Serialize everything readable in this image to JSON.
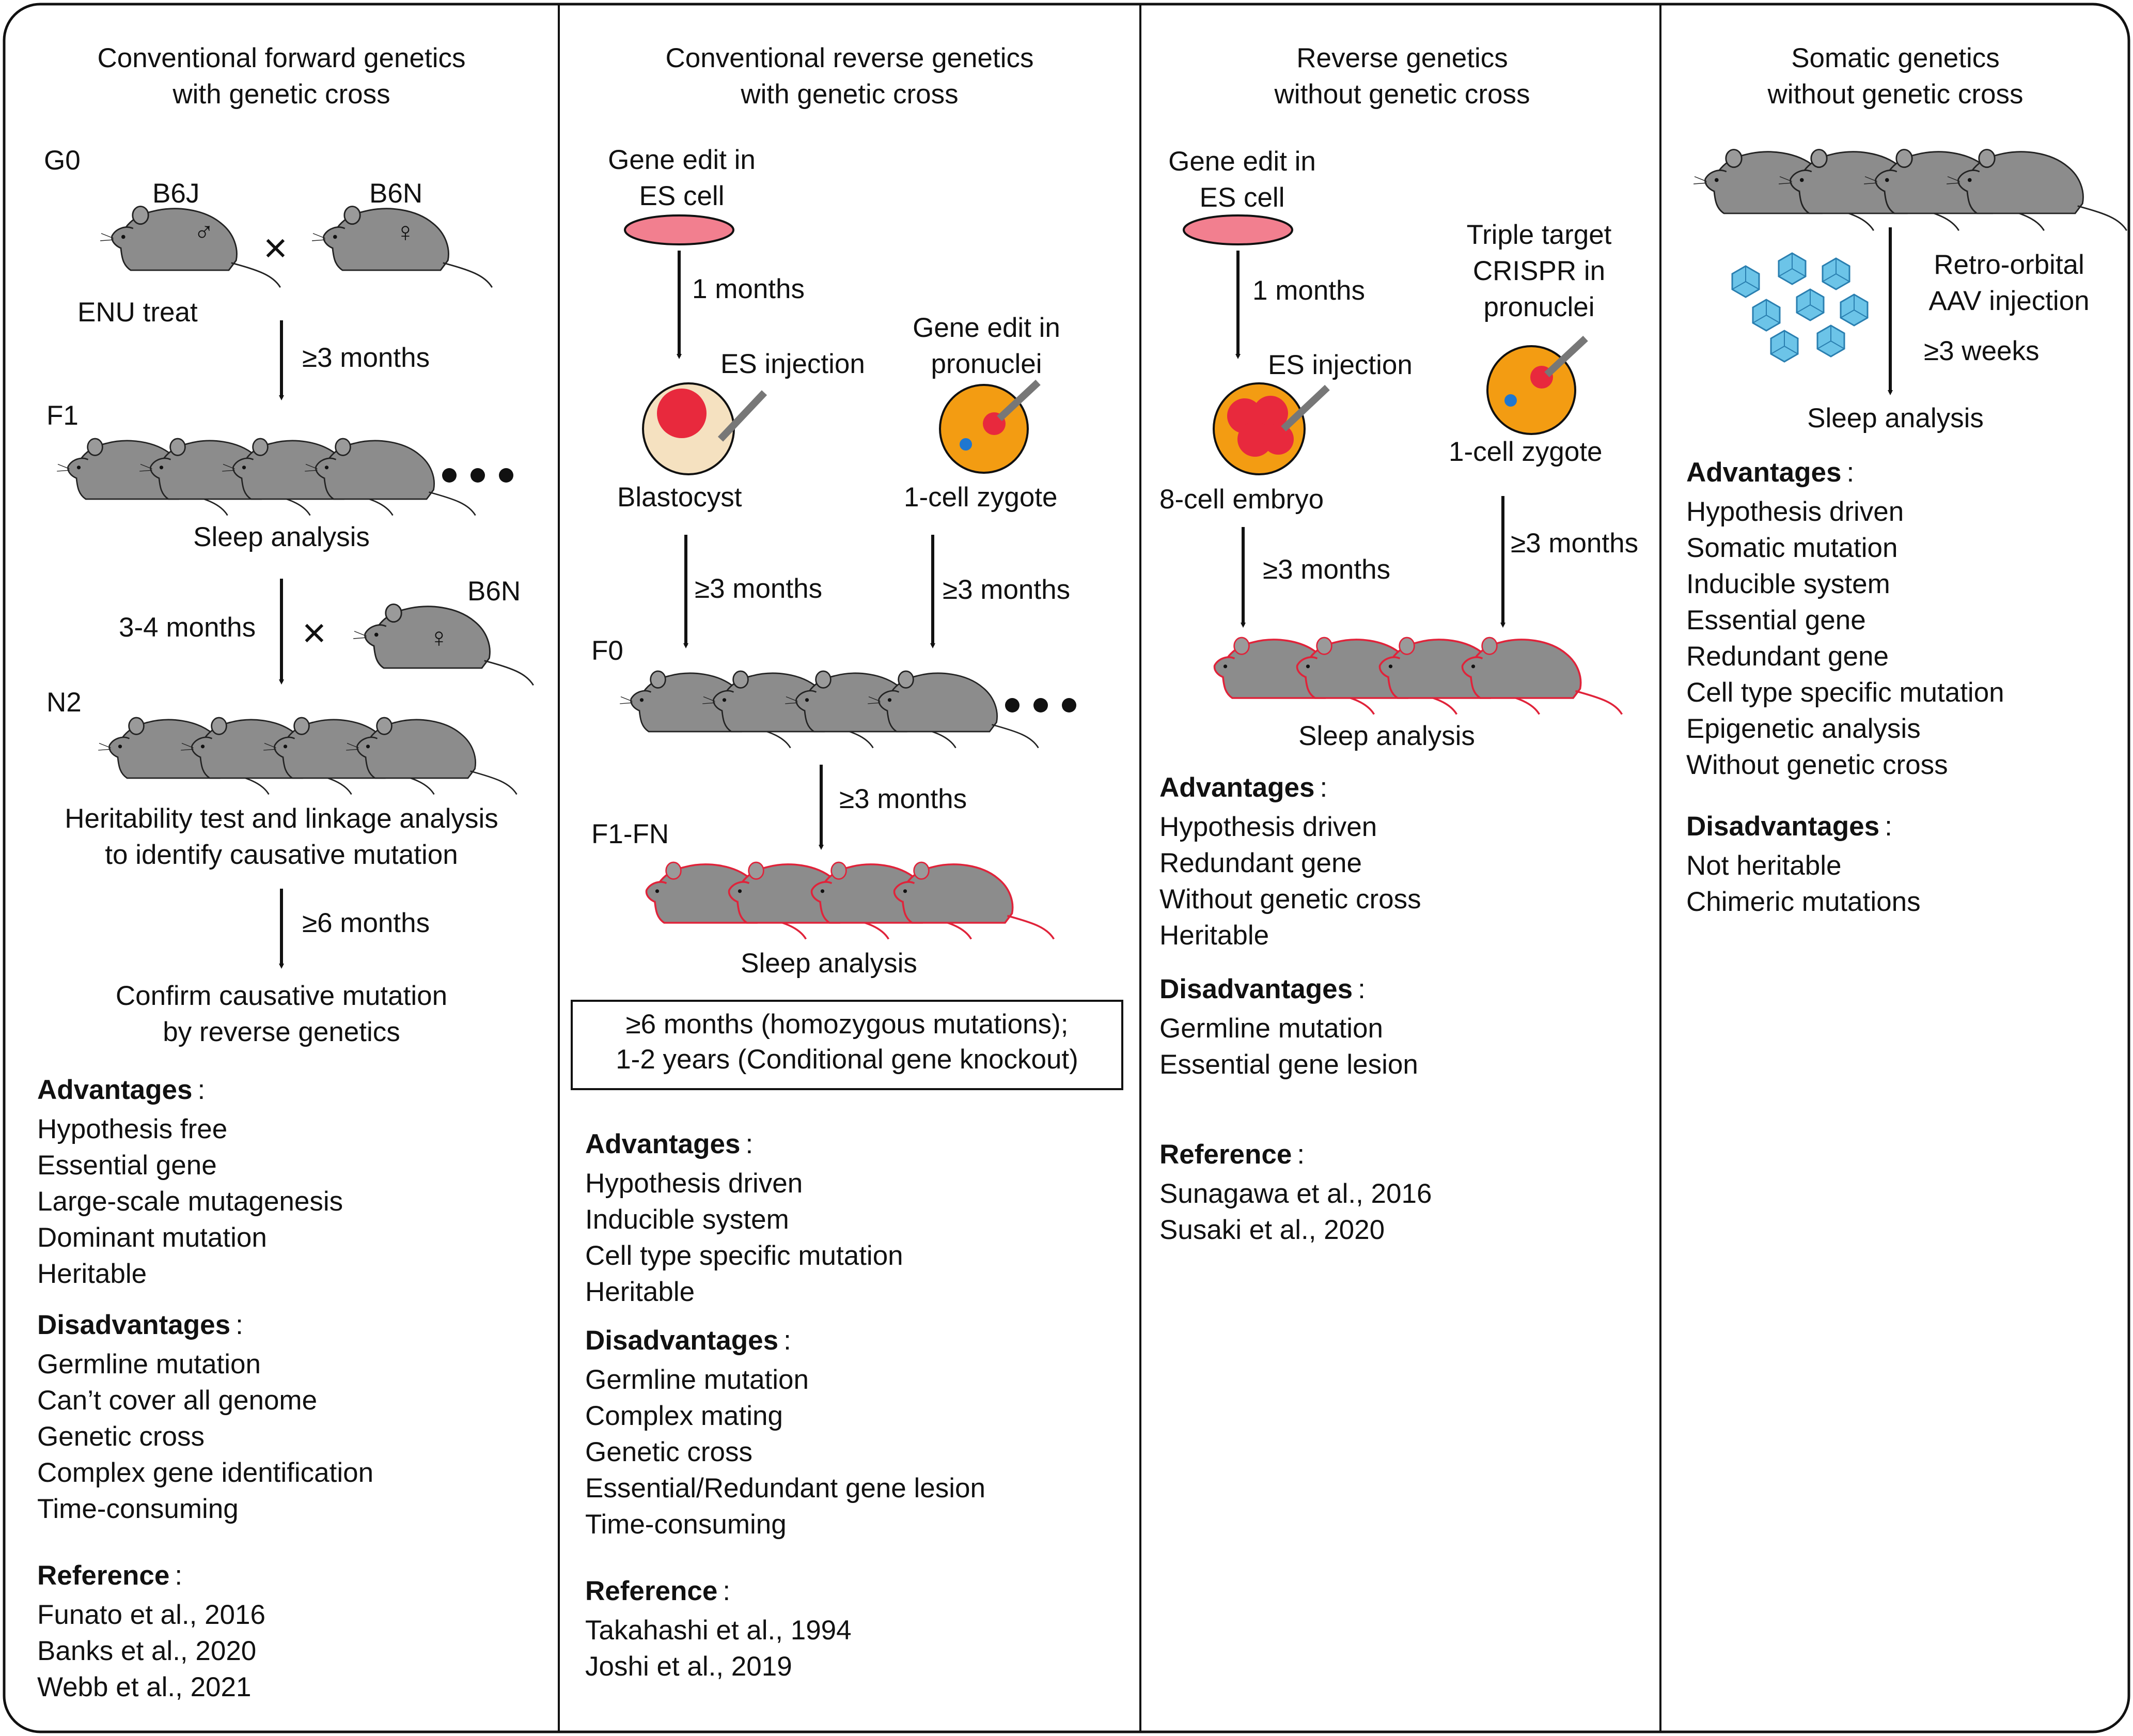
{
  "columns": [
    {
      "title": [
        "Conventional forward genetics",
        "with genetic cross"
      ],
      "labels": {
        "g0": "G0",
        "b6j": "B6J",
        "b6n": "B6N",
        "male": "♂",
        "female": "♀",
        "cross": "×",
        "enu": "ENU treat",
        "t1": "≥3 months",
        "f1": "F1",
        "sleep1": "Sleep analysis",
        "t2": "3-4 months",
        "b6n2": "B6N",
        "n2": "N2",
        "herit": [
          "Heritability test and linkage analysis",
          "to identify causative mutation"
        ],
        "t3": "≥6 months",
        "confirm": [
          "Confirm causative mutation",
          "by reverse genetics"
        ]
      },
      "advantages": [
        "Hypothesis free",
        "Essential gene",
        "Large-scale mutagenesis",
        "Dominant mutation",
        "Heritable"
      ],
      "disadvantages": [
        "Germline mutation",
        "Can’t cover all genome",
        "Genetic cross",
        "Complex gene identification",
        "Time-consuming"
      ],
      "references": [
        "Funato et al., 2016",
        "Banks et al., 2020",
        "Webb et al., 2021"
      ]
    },
    {
      "title": [
        "Conventional reverse genetics",
        "with genetic cross"
      ],
      "labels": {
        "gene_edit_es": [
          "Gene edit in",
          "ES cell"
        ],
        "t1": "1 months",
        "es_inj": "ES injection",
        "gene_edit_pn": [
          "Gene edit in",
          "pronuclei"
        ],
        "blast": "Blastocyst",
        "zygote": "1-cell zygote",
        "t2": "≥3 months",
        "t3": "≥3 months",
        "f0": "F0",
        "t4": "≥3 months",
        "f1fn": "F1-FN",
        "sleep": "Sleep analysis",
        "box": [
          "≥6 months (homozygous mutations);",
          "1-2 years (Conditional gene knockout)"
        ]
      },
      "advantages": [
        "Hypothesis driven",
        "Inducible system",
        "Cell type specific mutation",
        "Heritable"
      ],
      "disadvantages": [
        "Germline mutation",
        "Complex mating",
        "Genetic cross",
        "Essential/Redundant gene lesion",
        "Time-consuming"
      ],
      "references": [
        "Takahashi et al., 1994",
        "Joshi et al., 2019"
      ]
    },
    {
      "title": [
        "Reverse genetics",
        "without genetic cross"
      ],
      "labels": {
        "gene_edit_es": [
          "Gene edit in",
          "ES cell"
        ],
        "t1": "1 months",
        "es_inj": "ES injection",
        "triple": [
          "Triple target",
          "CRISPR in",
          "pronuclei"
        ],
        "zygote": "1-cell zygote",
        "embryo": "8-cell embryo",
        "t2": "≥3 months",
        "t3": "≥3 months",
        "sleep": "Sleep analysis"
      },
      "advantages": [
        "Hypothesis driven",
        "Redundant gene",
        "Without genetic cross",
        "Heritable"
      ],
      "disadvantages": [
        "Germline mutation",
        "Essential gene lesion"
      ],
      "references": [
        "Sunagawa et al., 2016",
        "Susaki et al., 2020"
      ]
    },
    {
      "title": [
        "Somatic genetics",
        "without genetic cross"
      ],
      "labels": {
        "aav": [
          "Retro-orbital",
          "AAV injection"
        ],
        "t1": "≥3 weeks",
        "sleep": "Sleep analysis"
      },
      "advantages": [
        "Hypothesis driven",
        "Somatic mutation",
        "Inducible system",
        "Essential gene",
        "Redundant gene",
        "Cell type specific mutation",
        "Epigenetic analysis",
        "Without genetic cross"
      ],
      "disadvantages": [
        "Not heritable",
        "Chimeric mutations"
      ],
      "references": []
    }
  ],
  "section_headers": {
    "advantages": "Advantages",
    "disadvantages": "Disadvantages",
    "reference": "Reference",
    "colon": ":"
  },
  "colors": {
    "mouse_gray": "#8c8c8c",
    "red": "#e0233a",
    "pink": "#e8336e",
    "orange": "#f0a030",
    "blue": "#1f3fa0",
    "egg": "#f39c12",
    "aav": "#4ab0d8"
  }
}
